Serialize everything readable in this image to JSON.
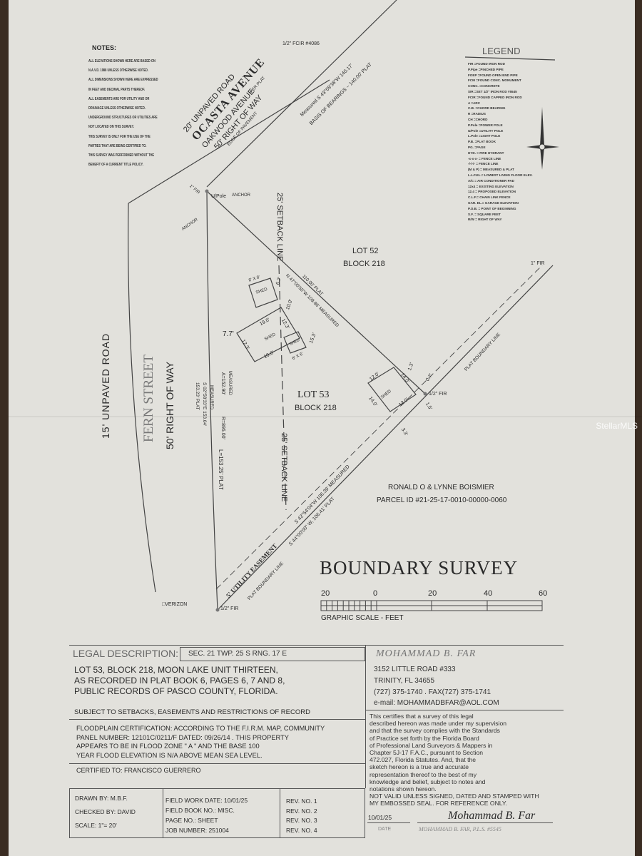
{
  "notes": {
    "title": "NOTES:",
    "lines": [
      "ALL ELEVATIONS SHOWN HERE ARE BASED ON",
      "N.A.V.D. 1988 UNLESS OTHERWISE NOTED.",
      "ALL DIMENSIONS SHOWN HERE ARE EXPRESSED",
      "IN FEET AND DECIMAL PARTS THEREOF.",
      "ALL EASEMENTS ARE FOR UTILITY AND OR",
      "DRAINAGE UNLESS OTHERWISE NOTED.",
      "UNDERGROUND STRUCTURES OR UTILITIES ARE",
      "NOT LOCATED ON THIS SURVEY.",
      "THIS SURVEY IS ONLY FOR THE USE OF THE",
      "PARTIES THAT ARE BEING CERTIFIED TO.",
      "THIS SURVEY WAS PERFORMED WITHOUT THE",
      "BENEFIT OF A CURRENT TITLE POLICY."
    ]
  },
  "legend": {
    "title": "LEGEND",
    "items": [
      "FIR =FOUND IRON ROD",
      "P.Pipe =PINCHED PIPE",
      "FOEP =FOUND OPEN END PIPE",
      "FCM =FOUND CONC. MONUMENT",
      "CONC. =CONCRETE",
      "SIR =SET 1/2\" IRON ROD #5545",
      "FCIR =FOUND CAPPED IRON ROD",
      "A =ARC",
      "C.B. =CHORD BEARING",
      "R =RADIUS",
      "CH =CHORD",
      "P.Pole =POWER POLE",
      "U/Pole =UTILITY POLE",
      "L.Pole =LIGHT POLE",
      "P.B. =PLAT BOOK",
      "PG. =PAGE",
      "HYD. = FIRE HYDRANT",
      "-x-x-x- = FENCE LINE",
      "-/-/-/- = FENCE LINE",
      "(M & P) = MEASURED & PLAT",
      "L.L.F.EL.= LOWEST LIVING FLOOR ELEV.",
      "A/C = AIR CONDITIONER PAD",
      "12x4 = EXISTING ELEVATION",
      "12.4 = PROPOSED ELEVATION",
      "C.L.F.= CHAIN LINK FENCE",
      "GAR. EL.= GARAGE ELEVATION",
      "P.O.B. = POINT OF BEGINNING",
      "S.F. = SQUARE FEET",
      "R/W = RIGHT OF WAY"
    ]
  },
  "drawing": {
    "road_top": [
      "20' UNPAVED ROAD",
      "OCASTA AVENUE",
      "OAKWOOD AVENUE",
      "PER PLAT",
      "50' RIGHT OF WAY",
      "EDGE OF PAVEMENT"
    ],
    "fcir": "1/2\" FCIR #4086",
    "basis_measured": "Measured S 43°09'38\"W 140.17'",
    "basis": "BASIS OF BEARINGS ~ 140.00' PLAT",
    "fir_nw": "1\" FIR",
    "upole": "U/Pole",
    "anchor1": "ANCHOR",
    "anchor2": "ANCHOR",
    "setback_top": "25' SETBACK LINE",
    "setback_bottom": "25' SETBACK LINE",
    "lot52": "LOT 52",
    "block52": "BLOCK 218",
    "lot53": "LOT 53",
    "block53": "BLOCK 218",
    "north_line_plat": "110.00' PLAT",
    "north_line_measured": "N 47°00'55\"W 109.86' MEASURED",
    "fir_ne": "1\" FIR",
    "fir_se": "1/2\" FIR",
    "fir_sw": "1/2\" FIR",
    "shed_label": "SHED",
    "shed1_size": "8' X 8'",
    "shed3_size": "6' X 6'",
    "dims": [
      "6.7'",
      "10.0'",
      "19.0'",
      "12.3'",
      "19.0'",
      "12.3'",
      "7.7'",
      "15.3'",
      "12.0'",
      "14.0'",
      "14.0'",
      "12.0'",
      "1.3'",
      "0.7'",
      "1.5'",
      "3.3'"
    ],
    "west_road": "15' UNPAVED ROAD",
    "fern": "FERN STREET",
    "fern_row": "50' RIGHT OF WAY",
    "curve_measured": "MEASURED",
    "curve_a": "A=152.90'",
    "curve_r": "R=895.00'",
    "curve_l": "L=153.25' PLAT",
    "west_measured": "MEASURED",
    "west_bearing": "S 02°58'33\"E 153.04'",
    "west_plat": "153.23' PLAT",
    "south_measured": "S 42°54'04\"W 106.39' MEASURED",
    "south_plat": "S 44°00'00\" W, 106.41' PLAT",
    "easement": "5' UTILITY EASEMENT",
    "plat_boundary_sw": "PLAT BOUNDARY LINE",
    "plat_boundary_ne": "PLAT BOUNDARY LINE",
    "verizon": "VERIZON",
    "owner": "RONALD O & LYNNE BOISMIER",
    "parcel": "PARCEL ID #21-25-17-0010-00000-0060",
    "title": "BOUNDARY SURVEY",
    "scale_ticks": [
      "20",
      "0",
      "20",
      "40",
      "60"
    ],
    "scale_label": "GRAPHIC SCALE - FEET"
  },
  "legal": {
    "label": "LEGAL DESCRIPTION:",
    "section": "SEC. 21 TWP. 25 S RNG. 17 E",
    "lines": [
      "LOT 53, BLOCK 218, MOON LAKE UNIT THIRTEEN,",
      "AS RECORDED IN PLAT BOOK 6, PAGES 6, 7 AND 8,",
      "PUBLIC RECORDS OF PASCO COUNTY, FLORIDA."
    ],
    "subject": "SUBJECT TO SETBACKS, EASEMENTS AND RESTRICTIONS OF RECORD",
    "flood": [
      "FLOODPLAIN CERTIFICATION: ACCORDING TO THE F.I.R.M. MAP, COMMUNITY",
      "PANEL NUMBER: 12101C/0211/F DATED: 09/26/14 . THIS PROPERTY",
      "APPEARS TO BE IN FLOOD ZONE \" A \" AND THE BASE 100",
      "YEAR FLOOD ELEVATION IS N/A ABOVE MEAN SEA LEVEL."
    ],
    "certified": "CERTIFIED TO: FRANCISCO GUERRERO"
  },
  "surveyor": {
    "name": "MOHAMMAD B. FAR",
    "address1": "3152 LITTLE ROAD #333",
    "address2": "TRINITY, FL 34655",
    "phone": "(727) 375-1740 . FAX(727) 375-1741",
    "email": "e-mail: MOHAMMADBFAR@AOL.COM",
    "cert": [
      "This certifies that a survey of this legal",
      "described hereon was made under my supervision",
      "and that the survey complies with the Standards",
      "of Practice set forth by the Florida Board",
      "of Professional Land Surveyors & Mappers in",
      "Chapter 5J-17 F.A.C., pursuant to Section",
      "472.027, Florida Statutes. And, that the",
      "sketch hereon is a true and accurate",
      "representation thereof to the best of my",
      "knowledge and belief, subject to notes and",
      "notations shown hereon."
    ],
    "not_valid": [
      "NOT VALID UNLESS SIGNED, DATED AND STAMPED WITH",
      "MY EMBOSSED SEAL. FOR REFERENCE ONLY."
    ],
    "date": "10/01/25",
    "date_label": "DATE",
    "sig_label": "MOHAMMAD B. FAR, P.L.S. #5545",
    "signature": "Mohammad B. Far"
  },
  "footer": {
    "drawn": "DRAWN BY: M.B.F.",
    "checked": "CHECKED BY: DAVID",
    "scale": "SCALE: 1\"= 20'",
    "field_date": "FIELD WORK DATE: 10/01/25",
    "field_book": "FIELD BOOK NO.: MISC.",
    "page": "PAGE NO.: SHEET",
    "job": "JOB NUMBER: 251004",
    "revs": [
      "REV. NO. 1",
      "REV. NO. 2",
      "REV. NO. 3",
      "REV. NO. 4"
    ]
  },
  "watermark": "StellarMLS"
}
